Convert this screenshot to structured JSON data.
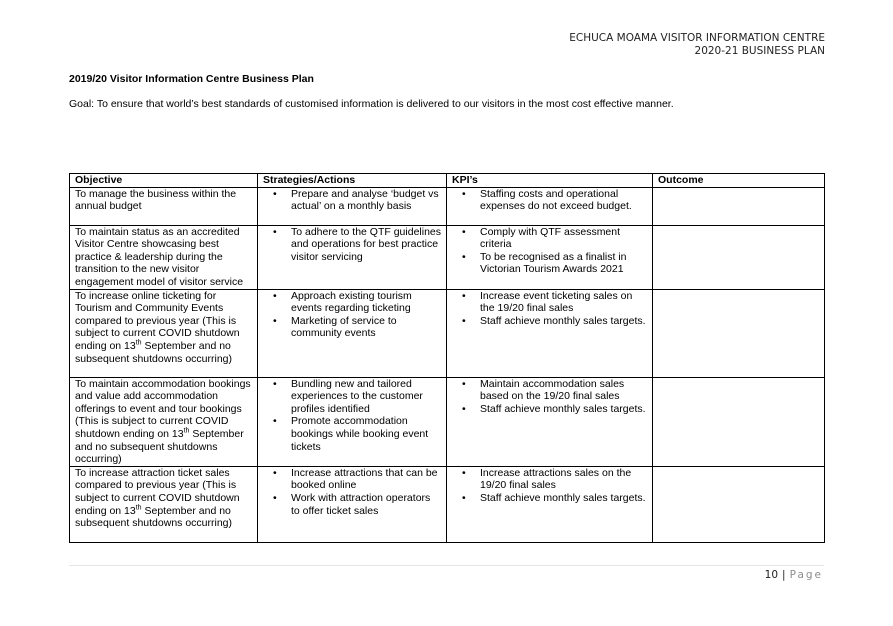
{
  "header": {
    "line1": "ECHUCA MOAMA VISITOR INFORMATION CENTRE",
    "line2": "2020-21 BUSINESS PLAN"
  },
  "document": {
    "title": "2019/20 Visitor Information Centre Business Plan",
    "goal": "Goal: To ensure that world’s best standards of customised information is delivered to our visitors in the most cost effective manner."
  },
  "table": {
    "headers": [
      "Objective",
      "Strategies/Actions",
      "KPI’s",
      "Outcome"
    ],
    "rows": [
      {
        "objective": "To manage the business within the annual budget",
        "strategies": [
          "Prepare and analyse ‘budget vs actual’ on a monthly basis"
        ],
        "kpis": [
          "Staffing costs and operational expenses do not exceed budget."
        ],
        "outcome": ""
      },
      {
        "objective": "To maintain status as an accredited Visitor Centre showcasing best practice & leadership during the transition to the new visitor engagement model of visitor service",
        "strategies": [
          "To adhere to the QTF guidelines and operations for best practice visitor servicing"
        ],
        "kpis": [
          "Comply with QTF assessment criteria",
          "To be recognised as a finalist in Victorian Tourism Awards 2021"
        ],
        "outcome": ""
      },
      {
        "objective_before": "To increase online ticketing for Tourism and Community Events compared to previous year (This is subject to current COVID shutdown ending on 13",
        "objective_sup": "th",
        "objective_after": " September and no subsequent shutdowns occurring)",
        "strategies": [
          "Approach existing tourism events regarding ticketing",
          "Marketing of service to community events"
        ],
        "kpis": [
          "Increase event ticketing sales on the 19/20 final sales",
          "Staff achieve monthly sales targets."
        ],
        "outcome": ""
      },
      {
        "objective_before": "To maintain accommodation bookings and value add accommodation offerings to event and tour bookings (This is subject to current COVID shutdown ending on 13",
        "objective_sup": "th",
        "objective_after": " September and no subsequent shutdowns occurring)",
        "strategies": [
          "Bundling new and tailored experiences to the customer profiles identified",
          "Promote accommodation bookings while booking event tickets"
        ],
        "kpis": [
          "Maintain accommodation sales based on the 19/20 final sales",
          "Staff achieve monthly sales targets."
        ],
        "outcome": ""
      },
      {
        "objective_before": "To increase attraction ticket sales compared to previous year (This is subject to current COVID shutdown ending on 13",
        "objective_sup": "th",
        "objective_after": " September and no subsequent shutdowns occurring)",
        "strategies": [
          "Increase attractions that can be booked online",
          "Work with attraction operators to offer ticket sales"
        ],
        "kpis": [
          "Increase attractions sales on the 19/20 final sales",
          "Staff achieve monthly sales targets."
        ],
        "outcome": ""
      }
    ]
  },
  "footer": {
    "page_number": "10",
    "separator": "|",
    "page_label": "Page"
  }
}
